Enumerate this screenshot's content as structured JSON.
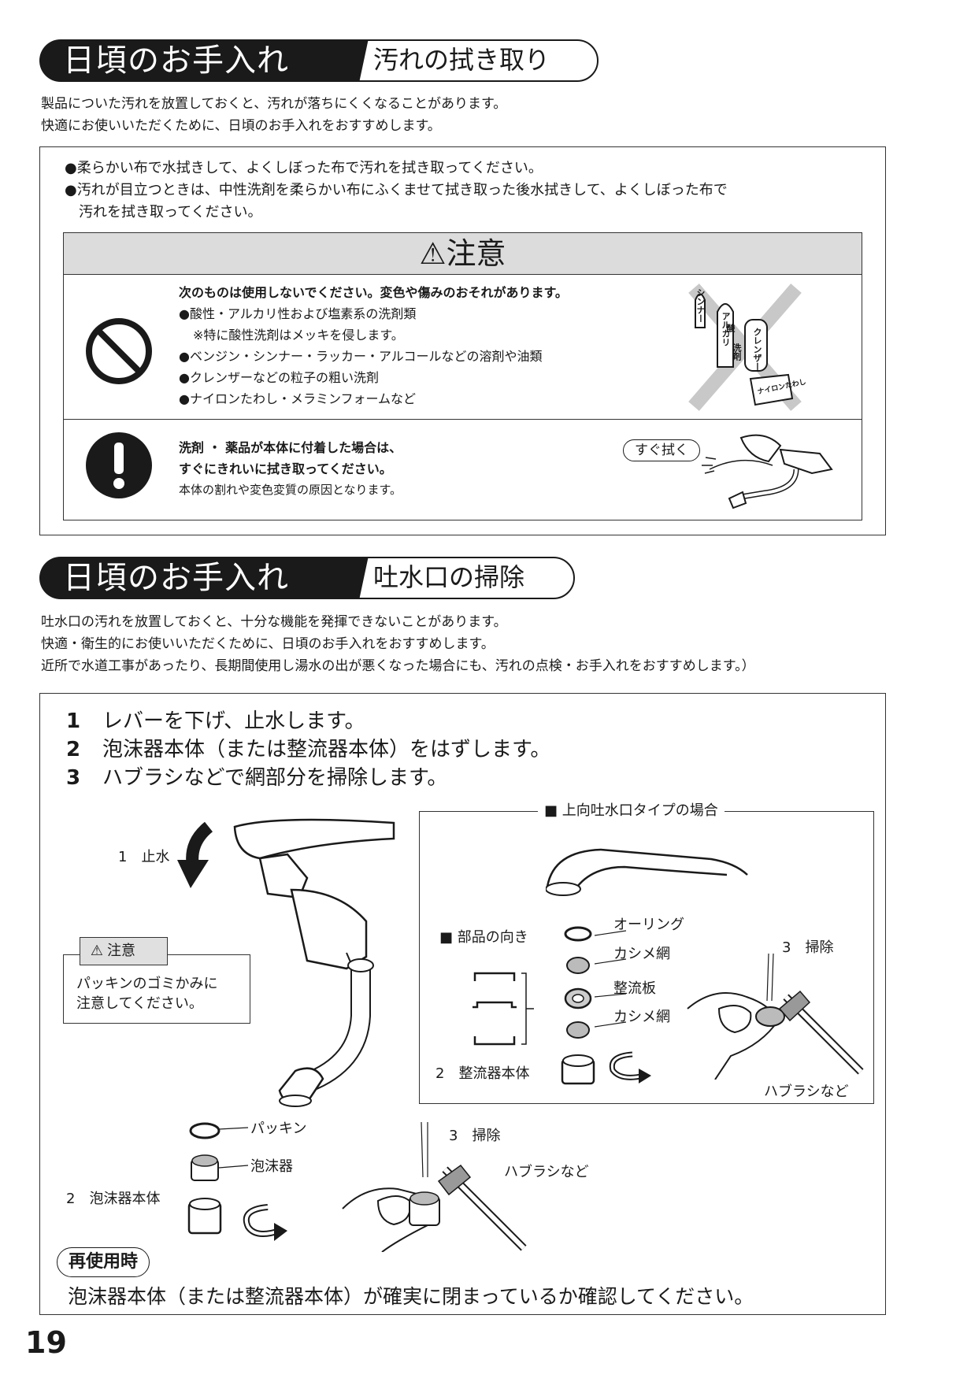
{
  "section1": {
    "title": "日頃のお手入れ",
    "subtitle": "汚れの拭き取り",
    "intro": [
      "製品についた汚れを放置しておくと、汚れが落ちにくくなることがあります。",
      "快適にお使いいただくために、日頃のお手入れをおすすめします。"
    ],
    "bullets": [
      "●柔らかい布で水拭きして、よくしぼった布で汚れを拭き取ってください。",
      "●汚れが目立つときは、中性洗剤を柔らかい布にふくませて拭き取った後水拭きして、よくしぼった布で",
      "汚れを拭き取ってください。"
    ],
    "caution_title": "⚠注意",
    "row1": [
      "次のものは使用しないでください。変色や傷みのおそれがあります。",
      "●酸性・アルカリ性および塩素系の洗剤類",
      "※特に酸性洗剤はメッキを侵します。",
      "●ベンジン・シンナー・ラッカー・アルコールなどの溶剤や油類",
      "●クレンザーなどの粒子の粗い洗剤",
      "●ナイロンたわし・メラミンフォームなど"
    ],
    "row1_labels": {
      "thinner": "シンナー",
      "alkali": "アルカリ",
      "acid": "酸",
      "detergent": "洗剤",
      "cleanser": "クレンザー",
      "nylon": "ナイロンたわし"
    },
    "row2": [
      "洗剤 ・ 薬品が本体に付着した場合は、",
      "すぐにきれいに拭き取ってください。",
      "本体の割れや変色変質の原因となります。"
    ],
    "wipe_label": "すぐ拭く"
  },
  "section2": {
    "title": "日頃のお手入れ",
    "subtitle": "吐水口の掃除",
    "intro": [
      "吐水口の汚れを放置しておくと、十分な機能を発揮できないことがあります。",
      "快適・衛生的にお使いいただくために、日頃のお手入れをおすすめします。",
      "近所で水道工事があったり、長期間使用し湯水の出が悪くなった場合にも、汚れの点検・お手入れをおすすめします。）"
    ],
    "steps": [
      {
        "num": "1",
        "text": "レバーを下げ、止水します。"
      },
      {
        "num": "2",
        "text": "泡沫器本体（または整流器本体）をはずします。"
      },
      {
        "num": "3",
        "text": "ハブラシなどで網部分を掃除します。"
      }
    ],
    "labels": {
      "stop": "1　止水",
      "caution_head": "注意",
      "caution_body": [
        "パッキンのゴミかみに",
        "注意してください。"
      ],
      "packing": "パッキン",
      "aerator": "泡沫器",
      "aerator_body": "2　泡沫器本体",
      "clean": "3　掃除",
      "brush": "ハブラシなど"
    },
    "inset": {
      "title": "■ 上向吐水口タイプの場合",
      "orientation": "■ 部品の向き",
      "oring": "オーリング",
      "mesh1": "カシメ網",
      "plate": "整流板",
      "mesh2": "カシメ網",
      "rectifier_body": "2　整流器本体",
      "clean": "3　掃除",
      "brush": "ハブラシなど"
    },
    "reuse_label": "再使用時",
    "reuse_text": "泡沫器本体（または整流器本体）が確実に閉まっているか確認してください。"
  },
  "page_number": "19"
}
